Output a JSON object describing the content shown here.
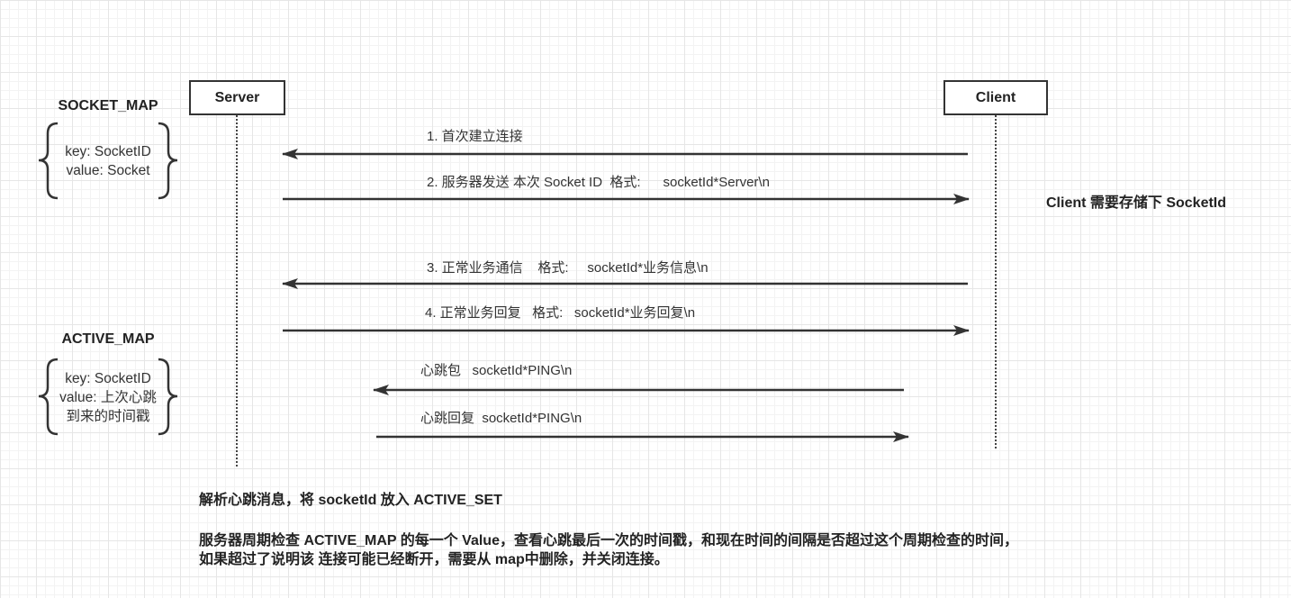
{
  "participants": {
    "server": "Server",
    "client": "Client"
  },
  "socket_map": {
    "title": "SOCKET_MAP",
    "key": "key: SocketID",
    "value": "value: Socket"
  },
  "active_map": {
    "title": "ACTIVE_MAP",
    "key": "key: SocketID",
    "value_line1": "value: 上次心跳",
    "value_line2": "到来的时间戳"
  },
  "messages": [
    {
      "label": "1. 首次建立连接",
      "direction": "client-to-server"
    },
    {
      "label": "2. 服务器发送 本次 Socket ID  格式:      socketId*Server\\n",
      "direction": "server-to-client"
    },
    {
      "label": "3. 正常业务通信    格式:     socketId*业务信息\\n",
      "direction": "client-to-server"
    },
    {
      "label": "4. 正常业务回复   格式:   socketId*业务回复\\n",
      "direction": "server-to-client"
    },
    {
      "label": "心跳包   socketId*PING\\n",
      "direction": "client-to-server"
    },
    {
      "label": "心跳回复  socketId*PING\\n",
      "direction": "server-to-client"
    }
  ],
  "client_note": "Client 需要存储下 SocketId",
  "notes": {
    "parse": "解析心跳消息，将 socketId 放入 ACTIVE_SET",
    "check_line1": "服务器周期检查 ACTIVE_MAP 的每一个 Value，查看心跳最后一次的时间戳，和现在时间的间隔是否超过这个周期检查的时间，",
    "check_line2": "如果超过了说明该 连接可能已经断开，需要从 map中删除，并关闭连接。"
  },
  "colors": {
    "line": "#333333",
    "text": "#222222",
    "grid": "#e6e6e6"
  }
}
